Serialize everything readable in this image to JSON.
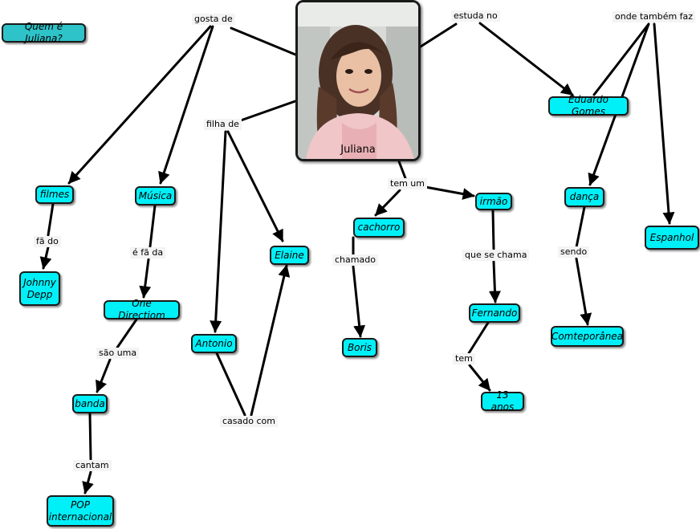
{
  "title": "Quem é Juliana?",
  "center": {
    "label": "Juliana",
    "image": "portrait-photo"
  },
  "concepts": {
    "filmes": "filmes",
    "johnny_depp": "Johnny Depp",
    "musica": "Música",
    "one_directiom": "One Directiom",
    "banda": "banda",
    "pop": "POP internacional",
    "elaine": "Elaine",
    "antonio": "Antonio",
    "cachorro": "cachorro",
    "boris": "Boris",
    "irmao": "irmão",
    "fernando": "Fernando",
    "anos": "13 anos",
    "eduardo_gomes": "Eduardo Gomes",
    "danca": "dança",
    "comteporanea": "Comteporânea",
    "espanhol": "Espanhol"
  },
  "phrases": {
    "gosta_de": "gosta de",
    "estuda_no": "estuda no",
    "onde_tambem_faz": "onde também faz",
    "filha_de": "filha de",
    "tem_um": "tem um",
    "fa_do": "fã do",
    "e_fa_da": "é fã da",
    "sao_uma": "são uma",
    "cantam": "cantam",
    "casado_com": "casado com",
    "chamado": "chamado",
    "que_se_chama": "que se chama",
    "tem": "tem",
    "sendo": "sendo"
  },
  "colors": {
    "concept_fill": "#00f0f8",
    "title_fill": "#2ec3c8",
    "line": "#000000"
  }
}
